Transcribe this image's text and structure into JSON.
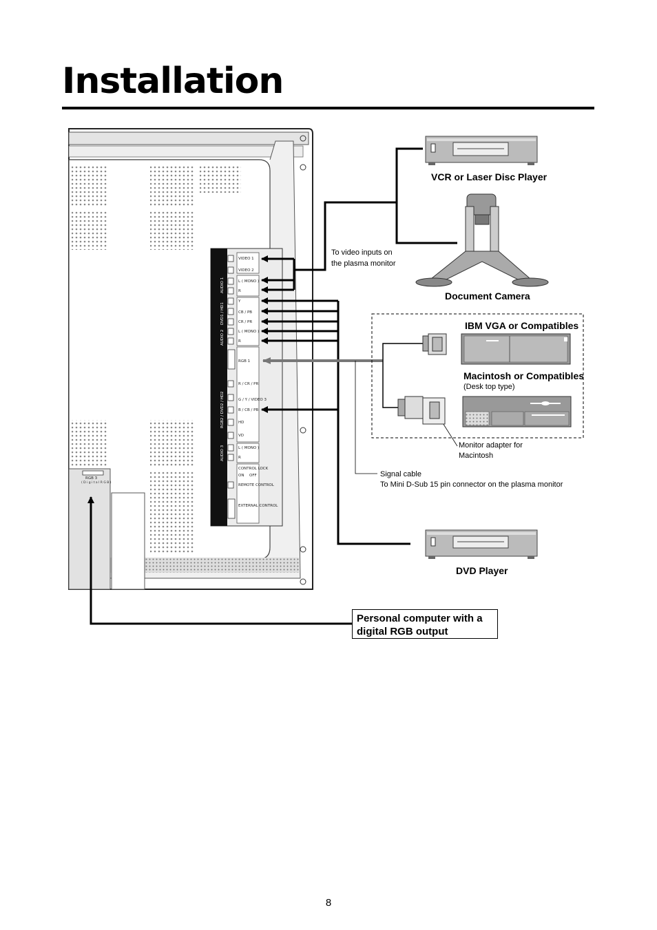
{
  "page": {
    "title": "Installation",
    "page_number": "8"
  },
  "devices": {
    "vcr": "VCR or Laser Disc Player",
    "document_camera": "Document Camera",
    "ibm": "IBM VGA or Compatibles",
    "mac": "Macintosh or Compatibles",
    "mac_note": "(Desk top type)",
    "dvd": "DVD Player",
    "pc": "Personal computer with a digital RGB output"
  },
  "notes": {
    "video_inputs_1": "To video inputs on",
    "video_inputs_2": "the plasma monitor",
    "adapter_1": "Monitor adapter for",
    "adapter_2": "Macintosh",
    "signal_1": "Signal cable",
    "signal_2": "To Mini D-Sub 15 pin connector on the plasma monitor"
  },
  "panel": {
    "ports": [
      "VIDEO 1",
      "VIDEO 2",
      "L ( MONO )",
      "R",
      "Y",
      "CB / PB",
      "CR / PR",
      "L ( MONO )",
      "R",
      "RGB 1",
      "R / CR / PR",
      "G / Y / VIDEO 3",
      "B / CB / PB",
      "HD",
      "VD",
      "L ( MONO )",
      "R",
      "CONTROL LOCK",
      "ON",
      "OFF",
      "REMOTE CONTROL",
      "EXTERNAL CONTROL"
    ],
    "groups": [
      "AUDIO 1",
      "DVD1 / HD1",
      "AUDIO 2",
      "RGB2 / DVD2 / HD2",
      "AUDIO 3"
    ],
    "rgb3": "RGB 3",
    "rgb3_sub": "( D i g i t a l  R G B )"
  }
}
